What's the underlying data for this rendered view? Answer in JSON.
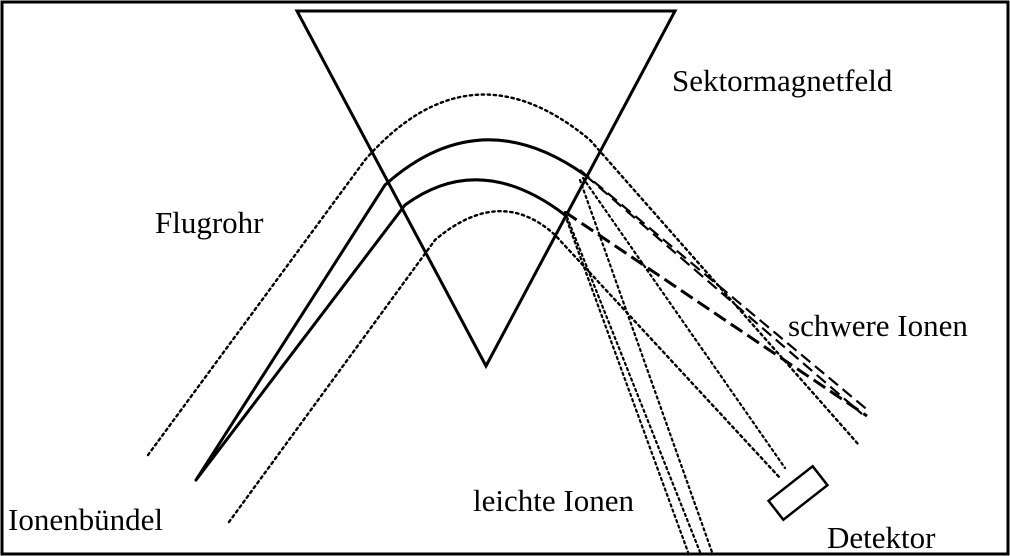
{
  "diagram": {
    "labels": {
      "magnetic_field": "Sektormagnetfeld",
      "flight_tube": "Flugrohr",
      "heavy_ions": "schwere Ionen",
      "ion_beam": "Ionenbündel",
      "light_ions": "leichte Ionen",
      "detector": "Detektor"
    }
  }
}
